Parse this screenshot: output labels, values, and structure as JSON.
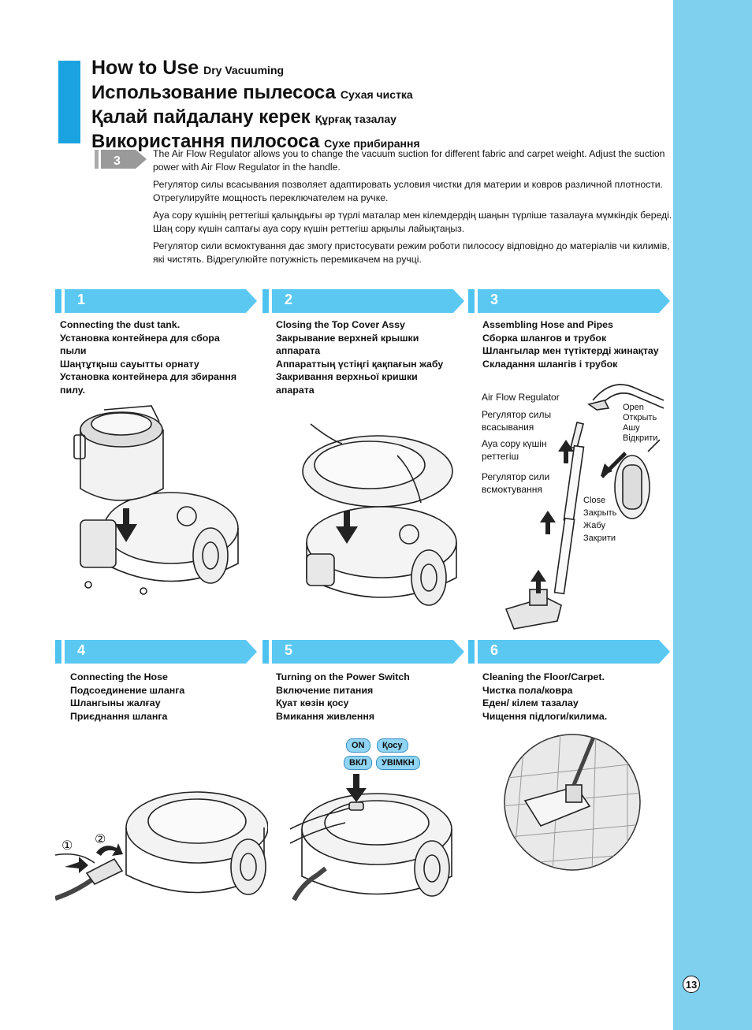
{
  "page_number": "13",
  "title": {
    "lines": [
      {
        "main": "How to Use",
        "sub": "Dry Vacuuming"
      },
      {
        "main": "Использование пылесоса",
        "sub": "Сухая чистка"
      },
      {
        "main": "Қалай пайдалану керек",
        "sub": "Құрғақ тазалау"
      },
      {
        "main": "Використання пилососа",
        "sub": "Сухе прибирання"
      }
    ]
  },
  "intro": {
    "badge": "3",
    "paragraphs": [
      "The Air Flow Regulator allows you to change the vacuum suction for different fabric and carpet weight. Adjust the suction power with Air Flow Regulator in the handle.",
      "Регулятор силы всасывания позволяет адаптировать условия чистки для материи и ковров различной плотности. Отрегулируйте мощность переключателем на ручке.",
      "Ауа сору күшінің реттегіші қалыңдығы әр түрлі маталар мен кілемдердің шаңын түрліше тазалауға мүмкіндік береді. Шаң сору күшін саптағы ауа сору күшін реттегіш арқылы лайықтаңыз.",
      "Регулятор сили всмоктування дає змогу пристосувати режим роботи пилососу відповідно до матеріалів чи килимів, які чистять. Відрегулюйте потужність перемикачем на ручці."
    ]
  },
  "steps": [
    {
      "num": "1",
      "lines": [
        "Connecting the dust tank.",
        "Установка контейнера для сбора пыли",
        "Шаңтұтқыш сауытты орнату",
        "Установка контейнера для збирання пилу."
      ]
    },
    {
      "num": "2",
      "lines": [
        "Closing the Top Cover Assy",
        "Закрывание верхней крышки аппарата",
        "Аппараттың үстіңгі қақпағын жабу",
        "Закривання верхньої кришки апарата"
      ]
    },
    {
      "num": "3",
      "lines": [
        "Assembling Hose and Pipes",
        "Сборка шлангов и трубок",
        "Шлангылар мен түтіктерді жинақтау",
        "Складання шлангів і трубок"
      ]
    },
    {
      "num": "4",
      "lines": [
        "Connecting the Hose",
        "Подсоединение шланга",
        "Шлангыны жалғау",
        "Приєднання шланга"
      ]
    },
    {
      "num": "5",
      "lines": [
        "Turning on the Power Switch",
        "Включение питания",
        "Қуат көзін қосу",
        "Вмикання живлення"
      ]
    },
    {
      "num": "6",
      "lines": [
        "Cleaning the Floor/Carpet.",
        "Чистка пола/ковра",
        "Еден/ кілем тазалау",
        "Чищення підлоги/килима."
      ]
    }
  ],
  "regulator_labels": {
    "left": [
      "Air Flow Regulator",
      "Регулятор силы всасывания",
      "Ауа сору күшін реттегіш",
      "Регулятор сили всмоктування"
    ],
    "open": [
      "Open",
      "Открыть",
      "Ашу",
      "Відкрити"
    ],
    "close": [
      "Close",
      "Закрыть",
      "Жабу",
      "Закрити"
    ]
  },
  "power_labels": [
    "ON",
    "Қосу",
    "ВКЛ",
    "УВІМКН"
  ],
  "hose_steps": [
    "①",
    "②"
  ],
  "colors": {
    "sidebar": "#7fd0ef",
    "accent": "#1aa3e0",
    "ribbon": "#5bc8f2"
  }
}
